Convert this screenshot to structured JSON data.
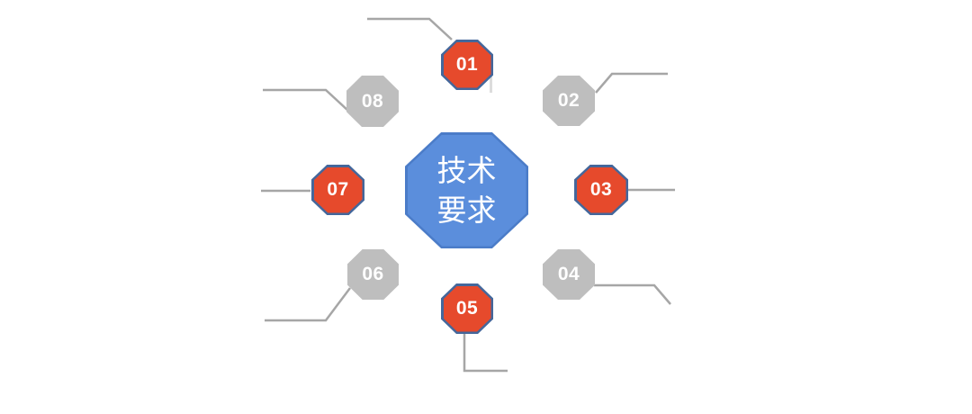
{
  "diagram": {
    "type": "radial-octagon-diagram",
    "center": {
      "label_line1": "技术",
      "label_line2": "要求"
    },
    "nodes": [
      {
        "label": "01",
        "variant": "red"
      },
      {
        "label": "02",
        "variant": "gray"
      },
      {
        "label": "03",
        "variant": "red"
      },
      {
        "label": "04",
        "variant": "gray"
      },
      {
        "label": "05",
        "variant": "red"
      },
      {
        "label": "06",
        "variant": "gray"
      },
      {
        "label": "07",
        "variant": "red"
      },
      {
        "label": "08",
        "variant": "gray"
      }
    ]
  },
  "colors": {
    "background": "#FFFFFF",
    "center_fill": "#5B8EDC",
    "center_border": "#4B7CC8",
    "red_fill": "#E64A2C",
    "red_border": "#44679B",
    "gray_fill": "#BEBEBE",
    "connector": "#A6A6A6",
    "label_text": "#FFFFFF"
  }
}
